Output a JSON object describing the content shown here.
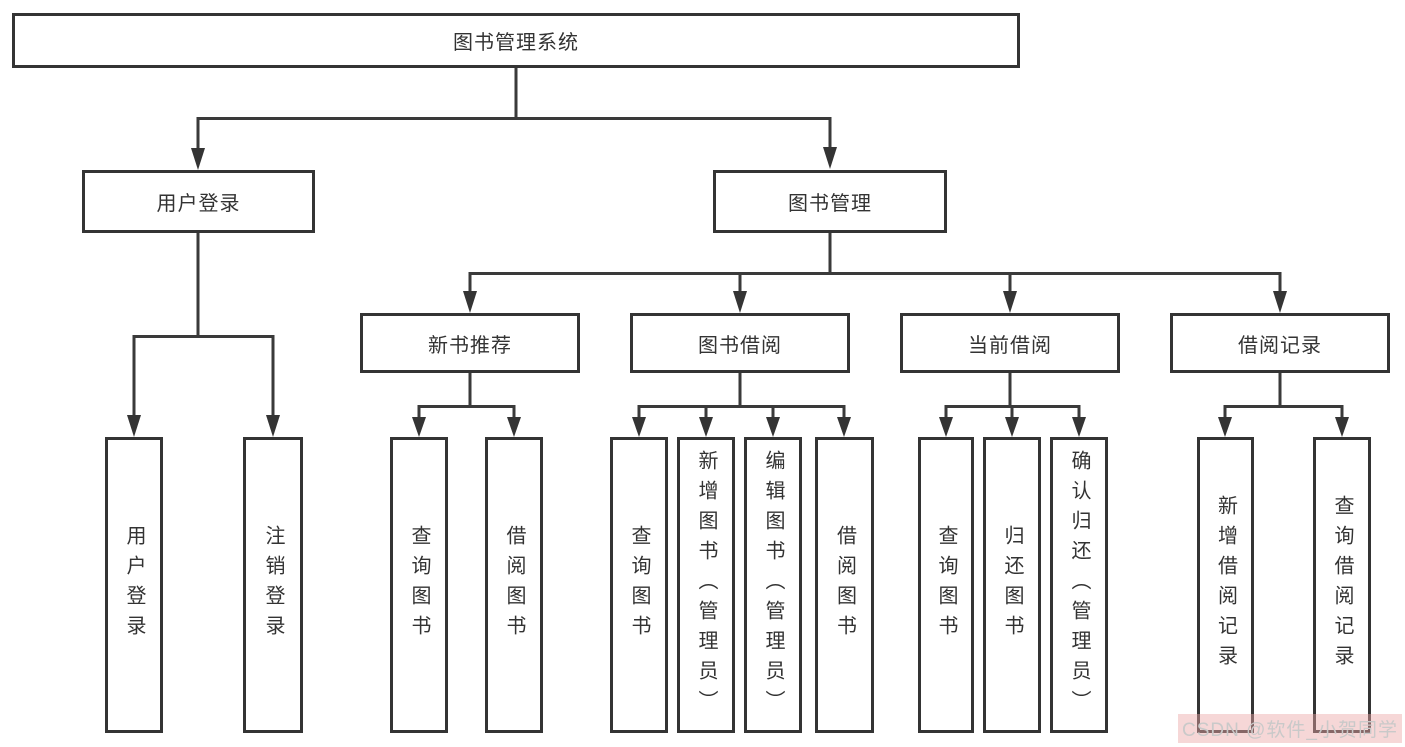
{
  "tree": {
    "root": {
      "label": "图书管理系统",
      "children": [
        {
          "label": "用户登录",
          "children": [
            {
              "label": "用户登录"
            },
            {
              "label": "注销登录"
            }
          ]
        },
        {
          "label": "图书管理",
          "children": [
            {
              "label": "新书推荐",
              "children": [
                {
                  "label": "查询图书"
                },
                {
                  "label": "借阅图书"
                }
              ]
            },
            {
              "label": "图书借阅",
              "children": [
                {
                  "label": "查询图书"
                },
                {
                  "label": "新增图书（管理员）"
                },
                {
                  "label": "编辑图书（管理员）"
                },
                {
                  "label": "借阅图书"
                }
              ]
            },
            {
              "label": "当前借阅",
              "children": [
                {
                  "label": "查询图书"
                },
                {
                  "label": "归还图书"
                },
                {
                  "label": "确认归还（管理员）"
                }
              ]
            },
            {
              "label": "借阅记录",
              "children": [
                {
                  "label": "新增借阅记录"
                },
                {
                  "label": "查询借阅记录"
                }
              ]
            }
          ]
        }
      ]
    }
  },
  "watermark": {
    "text": "CSDN @软件_小贺同学"
  },
  "style": {
    "box_border_color": "#343434",
    "line_color": "#3a3a3a",
    "text_color": "#333333",
    "watermark_text_color": "#c9c9c9",
    "watermark_bg_color": "#ebA6a6"
  }
}
